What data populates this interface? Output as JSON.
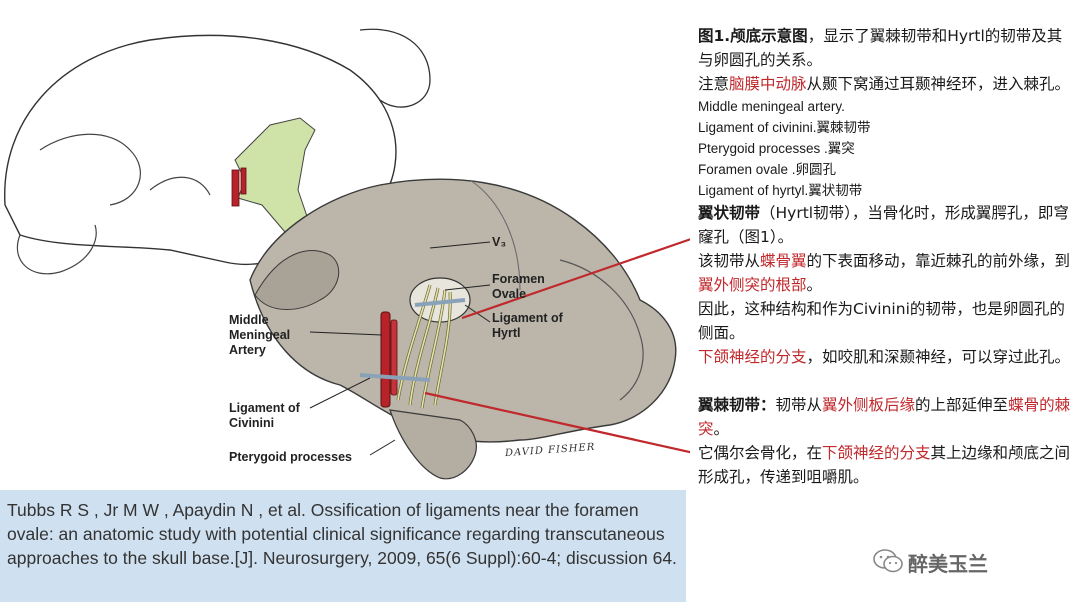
{
  "labels": {
    "v3": "V₃",
    "foramen_ovale": "Foramen\nOvale",
    "ligament_hyrtl": "Ligament of\nHyrtl",
    "middle_meningeal": "Middle\nMeningeal\nArtery",
    "ligament_civinini": "Ligament of\nCivinini",
    "pterygoid": "Pterygoid processes",
    "signature": "DAVID FISHER"
  },
  "caption": {
    "title": "图1.颅底示意图",
    "title_rest": "，显示了翼棘韧带和Hyrtl的韧带及其与卵圆孔的关系。",
    "note_pre": "注意",
    "note_red": "脑膜中动脉",
    "note_post": "从颞下窝通过耳颞神经环，进入棘孔。",
    "terms": [
      "Middle meningeal artery.",
      "Ligament of civinini.翼棘韧带",
      "Pterygoid processes .翼突",
      "Foramen ovale .卵圆孔",
      "Ligament of hyrtyl.翼状韧带"
    ]
  },
  "hyrtl": {
    "head": "翼状韧带",
    "l1": "（Hyrtl韧带），当骨化时，形成翼腭孔，即穹窿孔（图1）。",
    "l2_pre": "该韧带从",
    "l2_red1": "蝶骨翼",
    "l2_mid": "的下表面移动，靠近棘孔的前外缘，到",
    "l2_red2": "翼外侧突的根部",
    "l2_post": "。",
    "l3": "因此，这种结构和作为Civinini的韧带，也是卵圆孔的侧面。",
    "l4_red": "下颌神经的分支",
    "l4_post": "，如咬肌和深颞神经，可以穿过此孔。"
  },
  "civinini": {
    "head": "翼棘韧带：",
    "l1_pre": "韧带从",
    "l1_red1": "翼外侧板后缘",
    "l1_mid": "的上部延伸至",
    "l1_red2": "蝶骨的棘突",
    "l1_post": "。",
    "l2_pre": "它偶尔会骨化，在",
    "l2_red": "下颌神经的分支",
    "l2_post": "其上边缘和颅底之间形成孔，传递到咀嚼肌。"
  },
  "reference": "Tubbs R S , Jr M W , Apaydin N , et al. Ossification of ligaments near the foramen ovale: an anatomic study with potential clinical significance regarding transcutaneous approaches to the skull base.[J]. Neurosurgery, 2009, 65(6 Suppl):60-4; discussion 64.",
  "watermark": "醉美玉兰",
  "colors": {
    "accent_red": "#c0282c",
    "ref_bg": "#cfe0f0",
    "bone": "#b9b3a8",
    "highlight": "#cfe3a8"
  }
}
